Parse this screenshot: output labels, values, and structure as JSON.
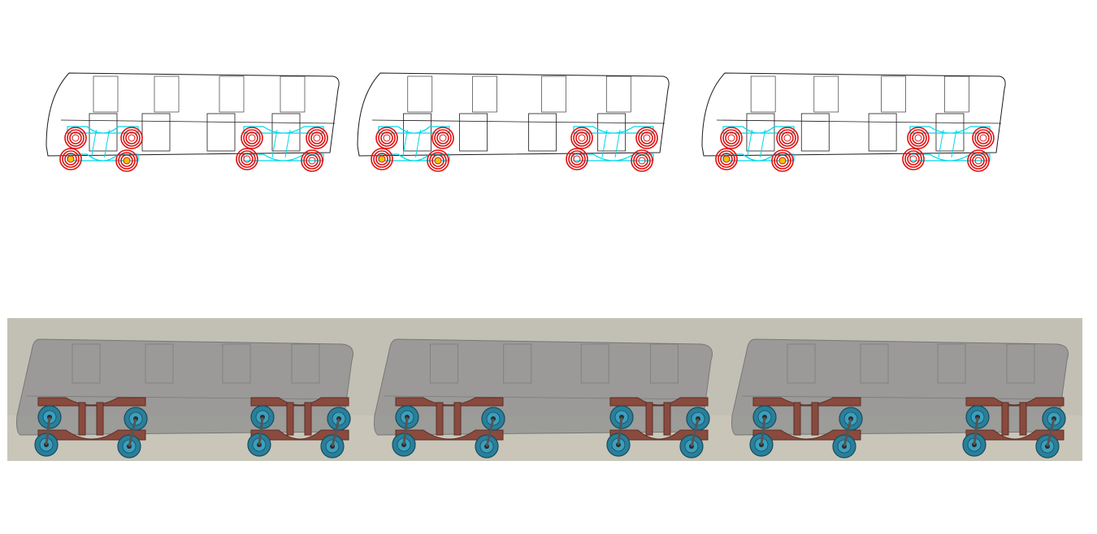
{
  "figure": {
    "panels": [
      {
        "id": "wireframe-view",
        "car_count": 3,
        "style": "wireframe",
        "colors": {
          "body": "#1a1a1a",
          "bogie": "#00d8e8",
          "wheel": "#e01010",
          "axle_center": "#f2c400"
        }
      },
      {
        "id": "shaded-view",
        "car_count": 3,
        "style": "shaded",
        "colors": {
          "background": "#c2c0b4",
          "body": "#8f8f8f",
          "bogie": "#8a4a3e",
          "wheel": "#2a7f9a"
        }
      }
    ]
  }
}
